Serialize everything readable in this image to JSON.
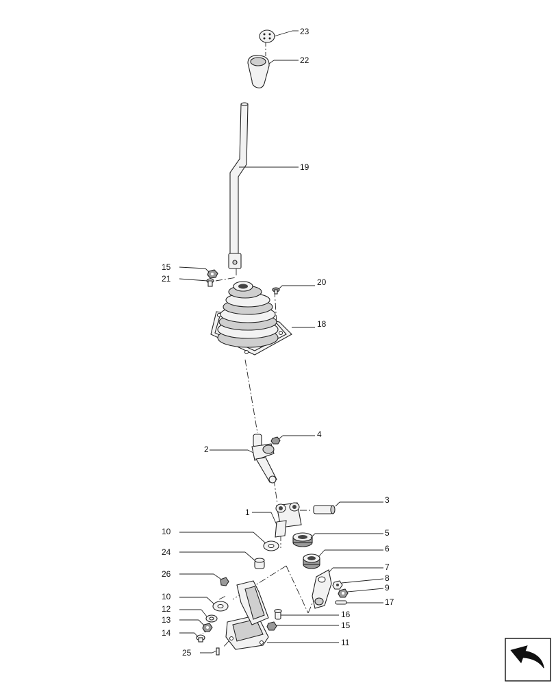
{
  "diagram": {
    "callouts": [
      {
        "id": "c23",
        "label": "23"
      },
      {
        "id": "c22",
        "label": "22"
      },
      {
        "id": "c19",
        "label": "19"
      },
      {
        "id": "c15a",
        "label": "15"
      },
      {
        "id": "c21",
        "label": "21"
      },
      {
        "id": "c20",
        "label": "20"
      },
      {
        "id": "c18",
        "label": "18"
      },
      {
        "id": "c4",
        "label": "4"
      },
      {
        "id": "c2",
        "label": "2"
      },
      {
        "id": "c3",
        "label": "3"
      },
      {
        "id": "c1",
        "label": "1"
      },
      {
        "id": "c10a",
        "label": "10"
      },
      {
        "id": "c5",
        "label": "5"
      },
      {
        "id": "c6",
        "label": "6"
      },
      {
        "id": "c24",
        "label": "24"
      },
      {
        "id": "c26",
        "label": "26"
      },
      {
        "id": "c7",
        "label": "7"
      },
      {
        "id": "c8",
        "label": "8"
      },
      {
        "id": "c9",
        "label": "9"
      },
      {
        "id": "c10b",
        "label": "10"
      },
      {
        "id": "c17",
        "label": "17"
      },
      {
        "id": "c12",
        "label": "12"
      },
      {
        "id": "c16",
        "label": "16"
      },
      {
        "id": "c13",
        "label": "13"
      },
      {
        "id": "c15b",
        "label": "15"
      },
      {
        "id": "c14",
        "label": "14"
      },
      {
        "id": "c11",
        "label": "11"
      },
      {
        "id": "c25",
        "label": "25"
      }
    ]
  },
  "navigation": {
    "icon": "return-arrow-icon"
  }
}
